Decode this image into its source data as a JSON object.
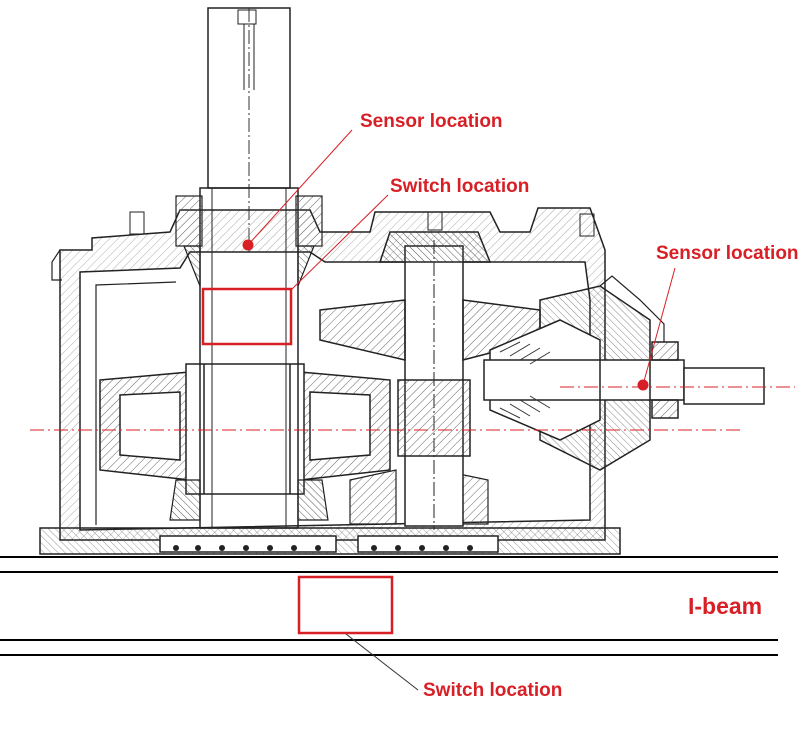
{
  "labels": {
    "sensor_top": "Sensor location",
    "switch_top": "Switch location",
    "sensor_right": "Sensor location",
    "ibeam": "I-beam",
    "switch_bottom": "Switch location"
  },
  "colors": {
    "annotation": "#d81f26",
    "drawing": "#222222",
    "hatch": "#555555",
    "beam": "#000000",
    "background": "#ffffff"
  }
}
